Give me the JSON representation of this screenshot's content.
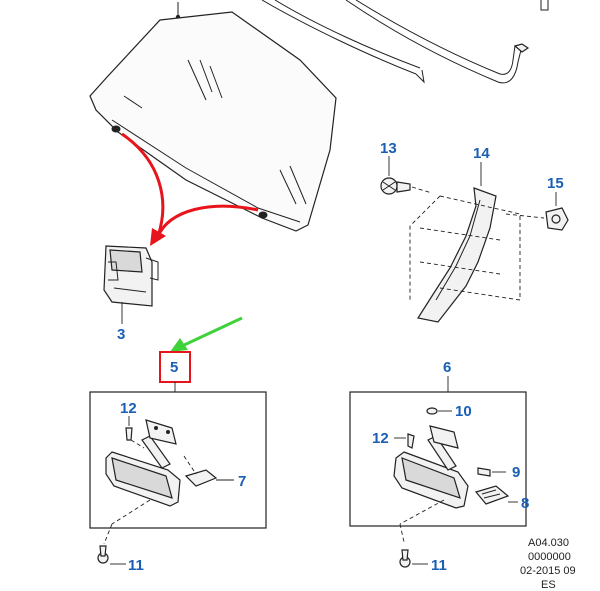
{
  "diagram": {
    "callouts": {
      "c3": "3",
      "c5": "5",
      "c6": "6",
      "c7": "7",
      "c8": "8",
      "c9": "9",
      "c10": "10",
      "c11a": "11",
      "c11b": "11",
      "c12a": "12",
      "c12b": "12",
      "c13": "13",
      "c14": "14",
      "c15": "15"
    },
    "footer": {
      "line1": "A04.030",
      "line2": "0000000",
      "line3": "02-2015 09",
      "line4": "ES"
    },
    "colors": {
      "callout": "#1a5fb4",
      "highlight_arrow": "#e8141b",
      "pointer_arrow": "#3fd23a",
      "highlight_box": "#e8141b"
    }
  }
}
